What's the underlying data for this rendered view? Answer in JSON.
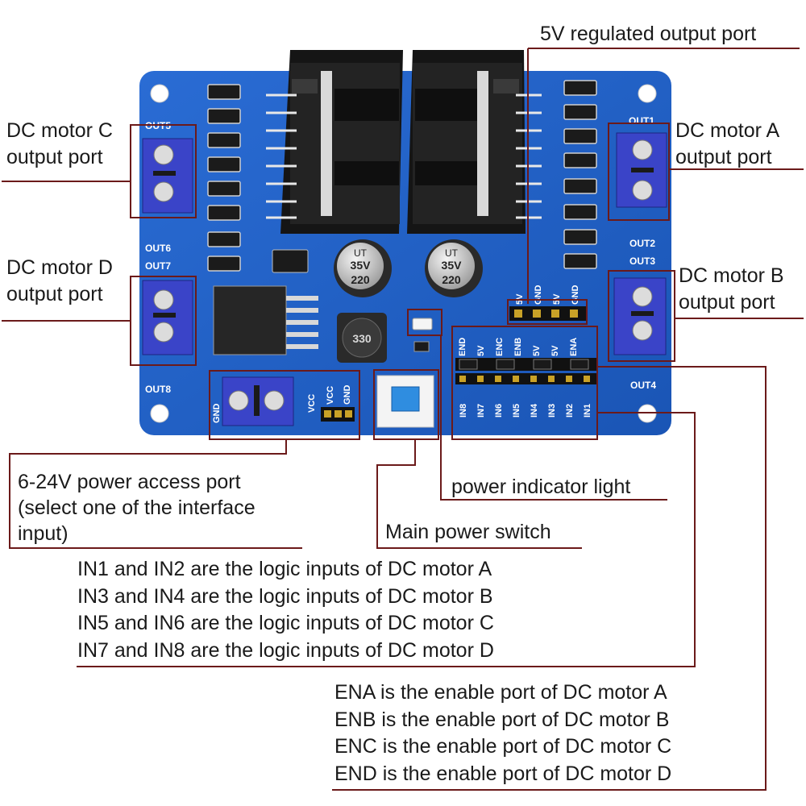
{
  "callouts": {
    "port_5v": "5V regulated output port",
    "motor_c": [
      "DC motor C",
      "output port"
    ],
    "motor_a": [
      "DC motor A",
      "output port"
    ],
    "motor_d": [
      "DC motor D",
      "output port"
    ],
    "motor_b": [
      "DC motor B",
      "output port"
    ],
    "power_access": [
      "6-24V power access port",
      "(select one of the interface",
      "input)"
    ],
    "power_indicator": "power indicator light",
    "main_switch": "Main power switch"
  },
  "notes_logic": [
    "IN1 and IN2 are the logic inputs of DC motor A",
    "IN3 and IN4 are the logic inputs of DC motor B",
    "IN5 and IN6 are the logic inputs of DC motor C",
    "IN7 and IN8 are the logic inputs of DC motor D"
  ],
  "notes_enable": [
    "ENA is the enable port of DC motor A",
    "ENB is the enable port of DC motor B",
    "ENC is the enable port of DC motor C",
    "END is the enable port of DC motor D"
  ],
  "board": {
    "out_labels": [
      "OUT1",
      "OUT2",
      "OUT3",
      "OUT4",
      "OUT5",
      "OUT6",
      "OUT7",
      "OUT8"
    ],
    "header_5v_pins": [
      "5V",
      "GND",
      "5V",
      "GND"
    ],
    "enable_pins": [
      "END",
      "5V",
      "ENC",
      "ENB",
      "5V",
      "5V",
      "ENA"
    ],
    "input_pins": [
      "IN8",
      "IN7",
      "IN6",
      "IN5",
      "IN4",
      "IN3",
      "IN2",
      "IN1"
    ],
    "power_pins": [
      "VCC",
      "VCC",
      "GND"
    ],
    "terminal_gnd": "GND",
    "cap_text": [
      "220",
      "35V",
      "UT"
    ],
    "inductor_text": "330"
  },
  "colors": {
    "pcb": "#1f5fc4",
    "terminal": "#3a44c8",
    "leader": "#6b1a1a",
    "heatsink": "#1c1c1c"
  }
}
